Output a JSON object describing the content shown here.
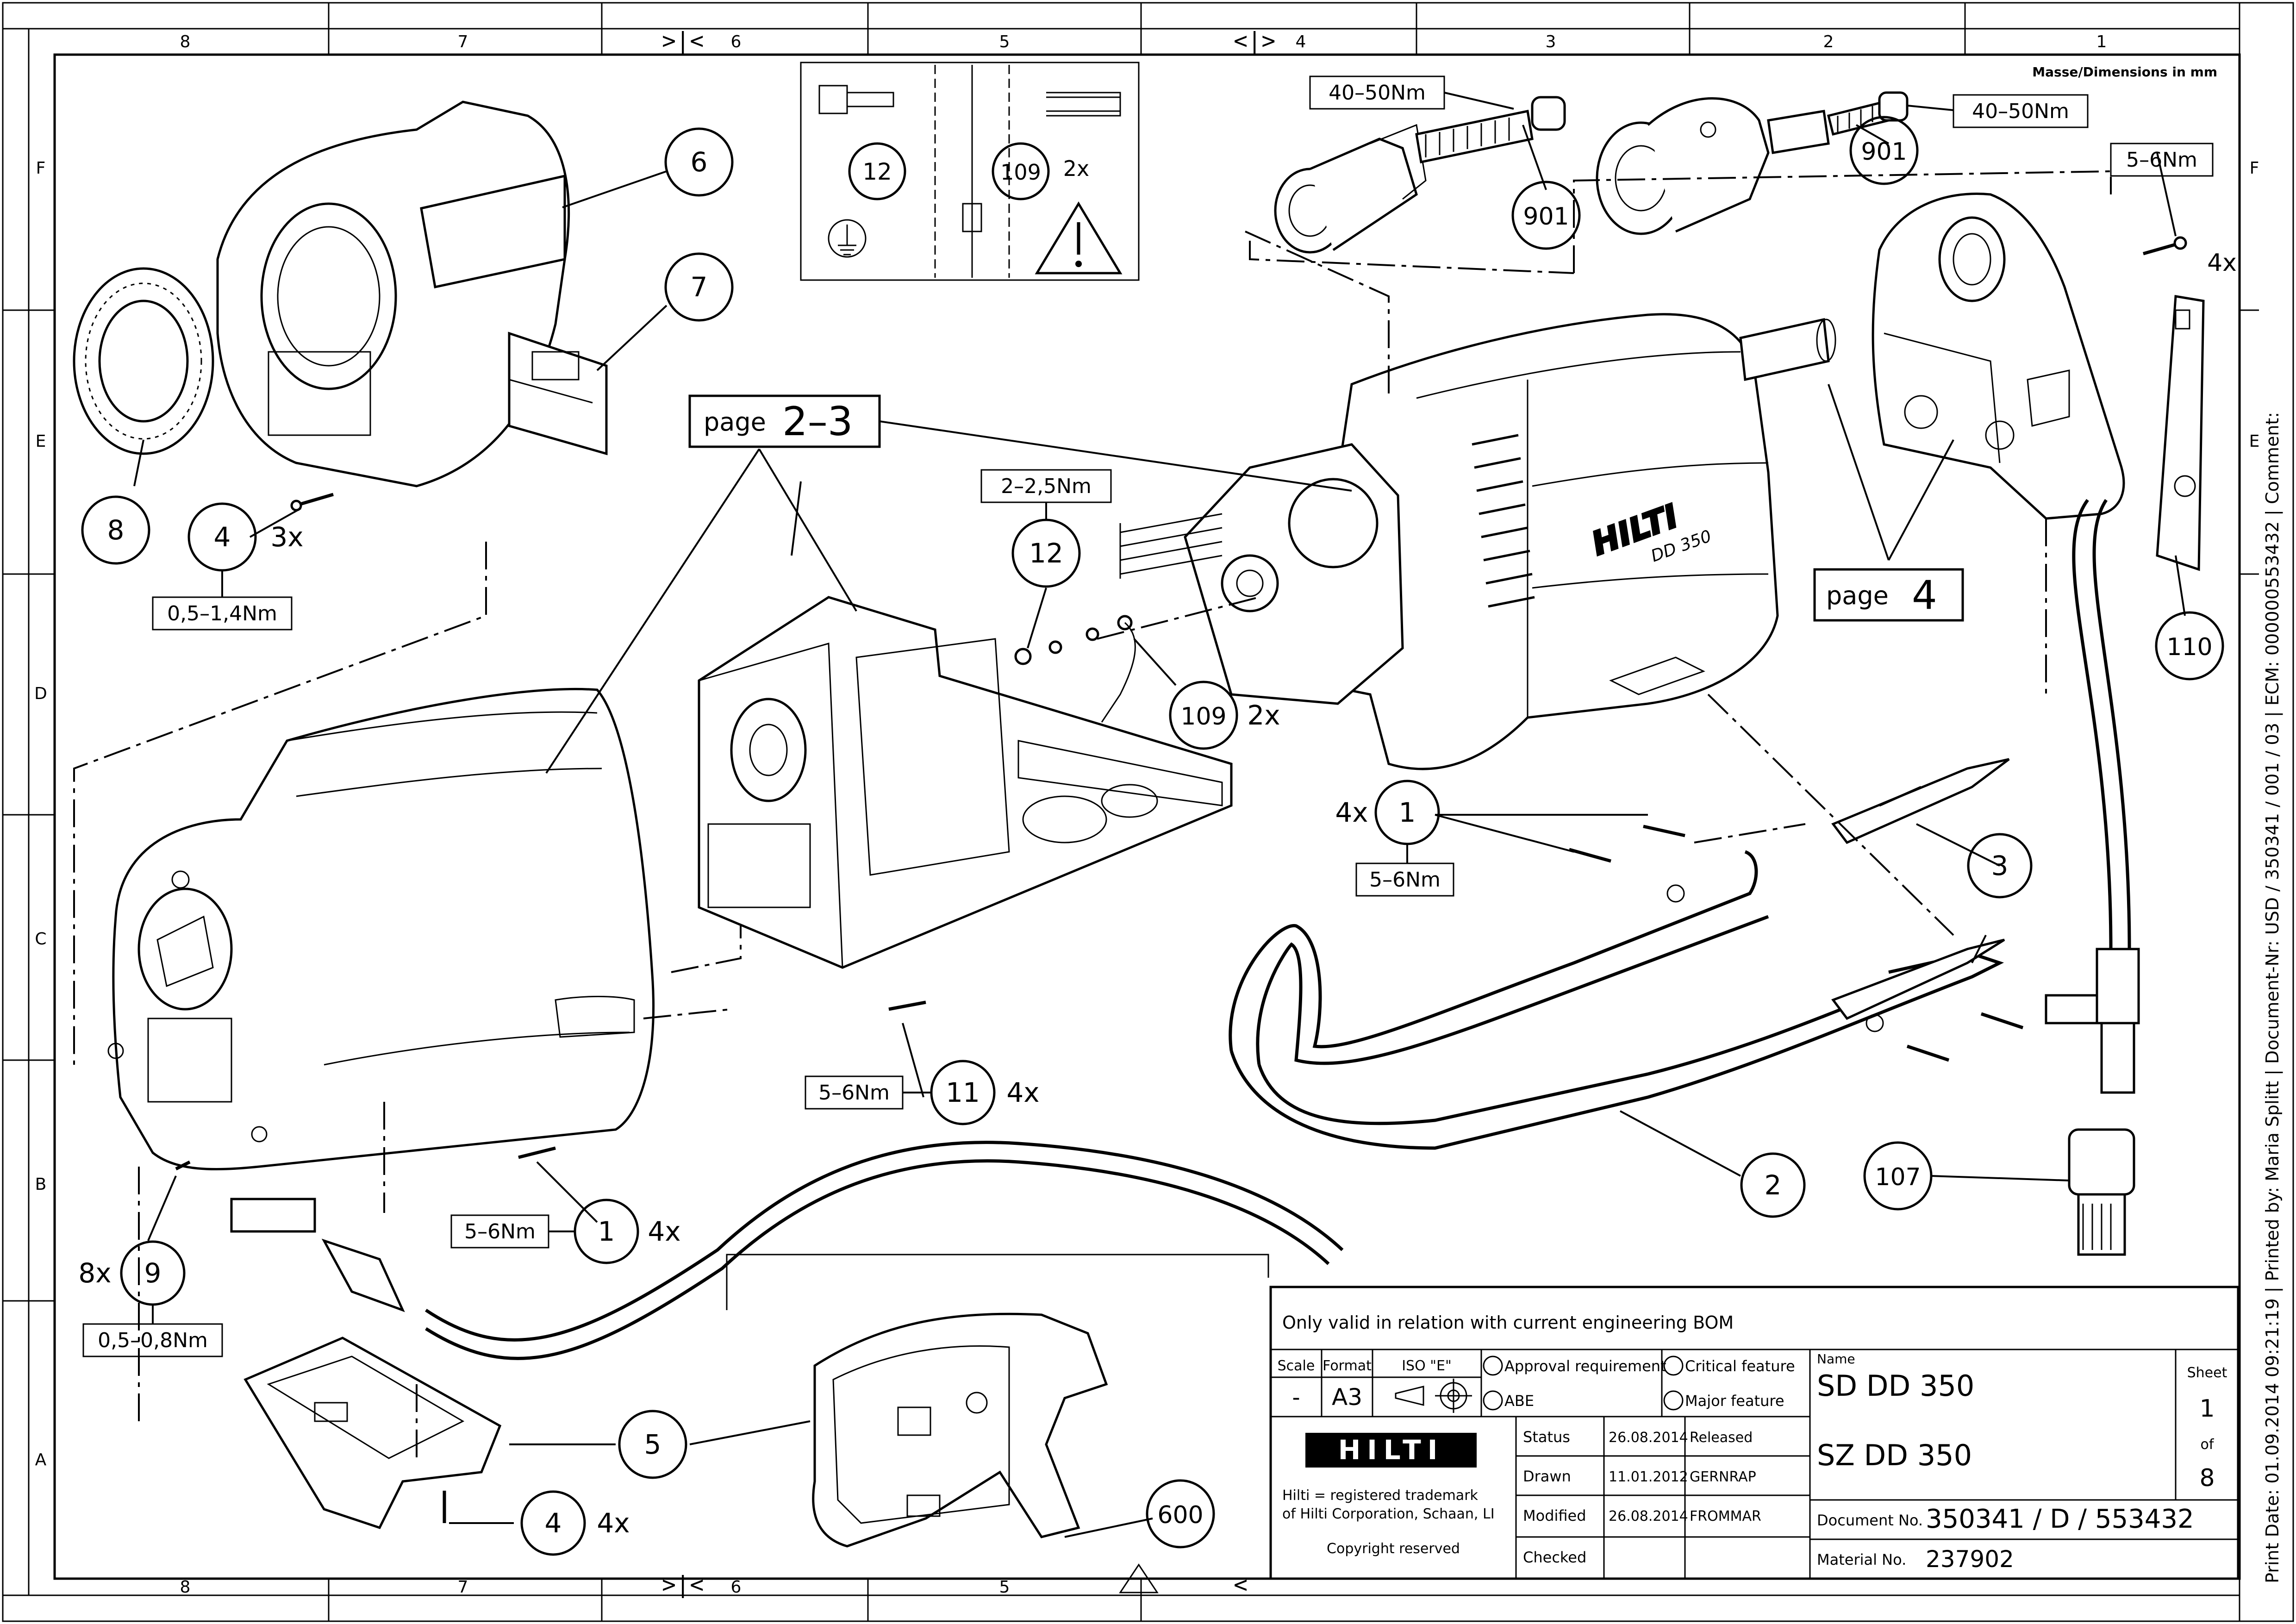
{
  "frame": {
    "columns_top": [
      "8",
      "7",
      "6",
      "5",
      "4",
      "3",
      "2",
      "1"
    ],
    "columns_bottom": [
      "8",
      "7",
      "6",
      "5"
    ],
    "rows_left": [
      "F",
      "E",
      "D",
      "C",
      "B",
      "A"
    ],
    "rows_right": [
      "F",
      "E"
    ]
  },
  "header_note": "Masse/Dimensions in mm",
  "side_print": "Print Date: 01.09.2014 09:21:19 | Printed by: Maria Splitt | Document-Nr: USD / 350341 / 001 / 03 | ECM: 000000553432 | Comment:",
  "callouts": [
    {
      "id": "c6",
      "label": "6"
    },
    {
      "id": "c7",
      "label": "7"
    },
    {
      "id": "c8",
      "label": "8"
    },
    {
      "id": "c4a",
      "label": "4",
      "qty": "3x",
      "torque": "0,5–1,4Nm"
    },
    {
      "id": "c901a",
      "label": "901",
      "torque": "40–50Nm"
    },
    {
      "id": "c901b",
      "label": "901",
      "torque": "40–50Nm"
    },
    {
      "id": "c12a",
      "label": "12"
    },
    {
      "id": "c109a",
      "label": "109",
      "qty": "2x"
    },
    {
      "id": "c12b",
      "label": "12",
      "torque": "2–2,5Nm"
    },
    {
      "id": "c109b",
      "label": "109",
      "qty": "2x"
    },
    {
      "id": "c110",
      "label": "110",
      "qty": "4x",
      "torque": "5–6Nm"
    },
    {
      "id": "c1a",
      "label": "1",
      "qty": "4x",
      "torque": "5–6Nm"
    },
    {
      "id": "c3",
      "label": "3"
    },
    {
      "id": "c11",
      "label": "11",
      "qty": "4x",
      "torque": "5–6Nm"
    },
    {
      "id": "c1b",
      "label": "1",
      "qty": "4x",
      "torque": "5–6Nm"
    },
    {
      "id": "c2",
      "label": "2"
    },
    {
      "id": "c107",
      "label": "107"
    },
    {
      "id": "c9",
      "label": "9",
      "qty": "8x",
      "torque": "0,5–0,8Nm"
    },
    {
      "id": "c5",
      "label": "5"
    },
    {
      "id": "c4b",
      "label": "4",
      "qty": "4x"
    },
    {
      "id": "c600",
      "label": "600"
    }
  ],
  "page_refs": {
    "page23": {
      "word": "page",
      "num": "2–3"
    },
    "page4": {
      "word": "page",
      "num": "4"
    }
  },
  "product_marking": {
    "brand": "HILTI",
    "model": "DD 350"
  },
  "title_block": {
    "note": "Only valid in relation with current engineering BOM",
    "scale_label": "Scale",
    "scale_value": "-",
    "format_label": "Format",
    "format_value": "A3",
    "iso_label": "ISO \"E\"",
    "approval": "Approval requirement",
    "abe": "ABE",
    "critical": "Critical feature",
    "major": "Major feature",
    "name_label": "Name",
    "name_1": "SD DD 350",
    "name_2": "SZ DD 350",
    "sheet_label": "Sheet",
    "sheet_num": "1",
    "sheet_of": "of",
    "sheet_total": "8",
    "logo": "HILTI",
    "trademark_1": "Hilti = registered trademark",
    "trademark_2": "of Hilti Corporation, Schaan, LI",
    "copyright": "Copyright reserved",
    "rows": [
      {
        "label": "Status",
        "date": "26.08.2014",
        "who": "Released"
      },
      {
        "label": "Drawn",
        "date": "11.01.2012",
        "who": "GERNRAP"
      },
      {
        "label": "Modified",
        "date": "26.08.2014",
        "who": "FROMMAR"
      },
      {
        "label": "Checked",
        "date": "",
        "who": ""
      }
    ],
    "doc_label": "Document No.",
    "doc_value": "350341 / D / 553432",
    "mat_label": "Material No.",
    "mat_value": "237902"
  },
  "colors": {
    "line": "#000000",
    "paper": "#ffffff"
  }
}
